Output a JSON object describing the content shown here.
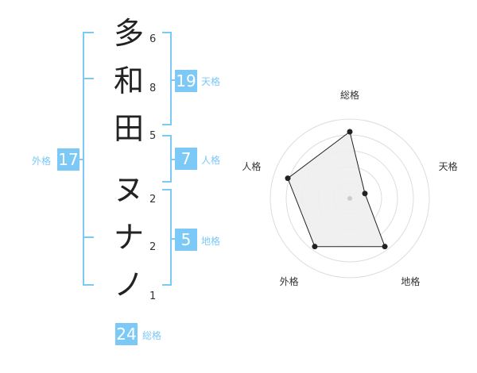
{
  "name": {
    "chars": [
      "多",
      "和",
      "田",
      "ヌ",
      "ナ",
      "ノ"
    ],
    "strokes": [
      "6",
      "8",
      "5",
      "2",
      "2",
      "1"
    ]
  },
  "fortune": {
    "tenkaku": {
      "value": "19",
      "label": "天格"
    },
    "jinkaku": {
      "value": "7",
      "label": "人格"
    },
    "chikaku": {
      "value": "5",
      "label": "地格"
    },
    "gaikaku": {
      "value": "17",
      "label": "外格"
    },
    "soukaku": {
      "value": "24",
      "label": "総格"
    }
  },
  "radar": {
    "axes": [
      "総格",
      "天格",
      "地格",
      "外格",
      "人格"
    ],
    "values": [
      0.84,
      0.2,
      0.75,
      0.75,
      0.82
    ],
    "max": 1.0,
    "fill_color": "#eeeeee",
    "line_color": "#222222",
    "grid_color": "#dddddd"
  }
}
